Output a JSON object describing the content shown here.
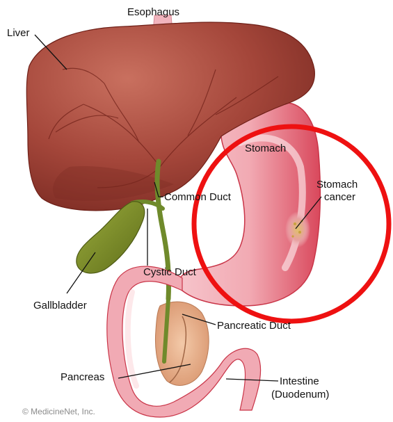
{
  "labels": {
    "esophagus": "Esophagus",
    "liver": "Liver",
    "stomach": "Stomach",
    "stomach_cancer_line1": "Stomach",
    "stomach_cancer_line2": "cancer",
    "common_duct": "Common Duct",
    "cystic_duct": "Cystic Duct",
    "gallbladder": "Gallbladder",
    "pancreatic_duct": "Pancreatic Duct",
    "pancreas": "Pancreas",
    "intestine_line1": "Intestine",
    "intestine_line2": "(Duodenum)"
  },
  "credit": "© MedicineNet, Inc.",
  "colors": {
    "liver": "#9c3a2e",
    "liver_highlight": "#c9705f",
    "liver_vessels": "#6e1f17",
    "stomach": "#e88f9a",
    "stomach_inner": "#fbd6da",
    "stomach_dark": "#c93548",
    "gallbladder": "#7e8f2a",
    "pancreas": "#e8b08e",
    "duct": "#6f8a2b",
    "highlight_circle": "#ee1111",
    "esophagus": "#f1b4bd"
  }
}
